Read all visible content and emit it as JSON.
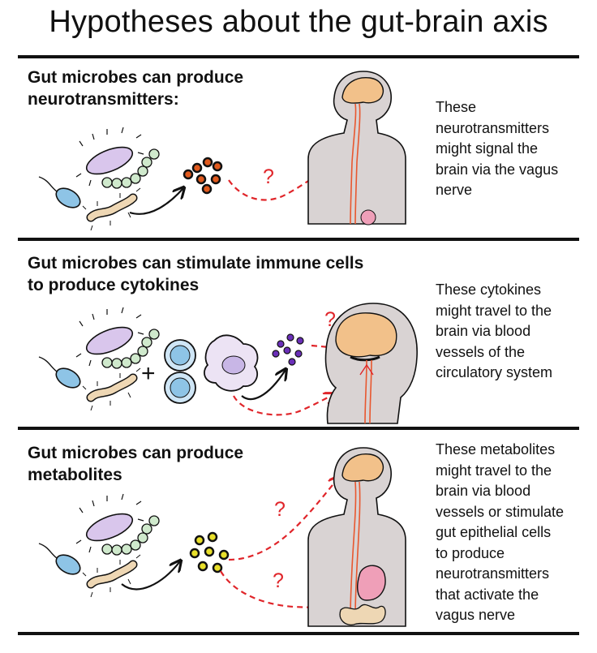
{
  "title": "Hypotheses about the gut-brain axis",
  "sections": [
    {
      "heading_line1": "Gut microbes can produce",
      "heading_line2": "neurotransmitters:",
      "desc": [
        "These",
        "neurotransmitters",
        "might signal the",
        "brain via the vagus",
        "nerve"
      ]
    },
    {
      "heading_line1": "Gut microbes can stimulate immune cells",
      "heading_line2": "to produce cytokines",
      "desc": [
        "These cytokines",
        "might travel to the",
        "brain via blood",
        "vessels of the",
        "circulatory system"
      ]
    },
    {
      "heading_line1": "Gut microbes can produce",
      "heading_line2": "metabolites",
      "desc": [
        "These metabolites",
        "might travel to the",
        "brain via blood",
        "vessels or stimulate",
        "gut epithelial cells",
        "to produce",
        "neurotransmitters",
        "that activate the",
        "vagus nerve"
      ]
    }
  ],
  "symbols": {
    "question": "?",
    "plus": "+"
  },
  "colors": {
    "arrow_dashed": "#e0252a",
    "skin": "#d9d3d3",
    "brain": "#f2c18a",
    "nerve": "#e8572f",
    "bacteria_purple": "#d9c6ec",
    "bacteria_blue": "#8ec4e6",
    "bacteria_green": "#cfe9cc",
    "bacteria_tan": "#eed7b4",
    "neurotransmitter": "#e05a1e",
    "cytokine": "#6a2fb8",
    "metabolite": "#e8df2a",
    "immune_cell": "#a7d5ef",
    "stomach": "#ef9fb8"
  }
}
